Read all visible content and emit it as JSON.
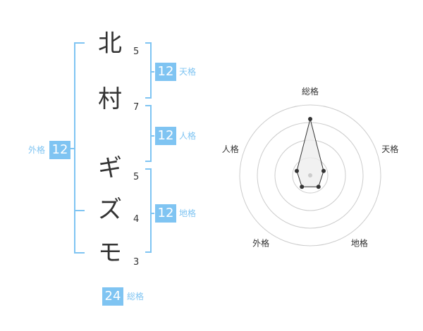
{
  "name_chars": [
    {
      "char": "北",
      "strokes": "5"
    },
    {
      "char": "村",
      "strokes": "7"
    },
    {
      "char": "ギ",
      "strokes": "5"
    },
    {
      "char": "ズ",
      "strokes": "4"
    },
    {
      "char": "モ",
      "strokes": "3"
    }
  ],
  "fortunes": {
    "tenkaku": {
      "label": "天格",
      "value": "12"
    },
    "jinkaku": {
      "label": "人格",
      "value": "12"
    },
    "chikaku": {
      "label": "地格",
      "value": "12"
    },
    "gaikaku": {
      "label": "外格",
      "value": "12"
    },
    "soukaku": {
      "label": "総格",
      "value": "24"
    }
  },
  "colors": {
    "accent": "#7fc4f2",
    "text": "#333333",
    "ring": "#cccccc",
    "polygon_fill": "#eeeeee",
    "marker": "#333333",
    "center_dot": "#cccccc"
  },
  "chart_data": {
    "type": "radar",
    "axes": [
      "総格",
      "天格",
      "地格",
      "外格",
      "人格"
    ],
    "values": [
      4,
      1,
      1,
      1,
      1
    ],
    "rmax": 5,
    "rings": 4
  }
}
